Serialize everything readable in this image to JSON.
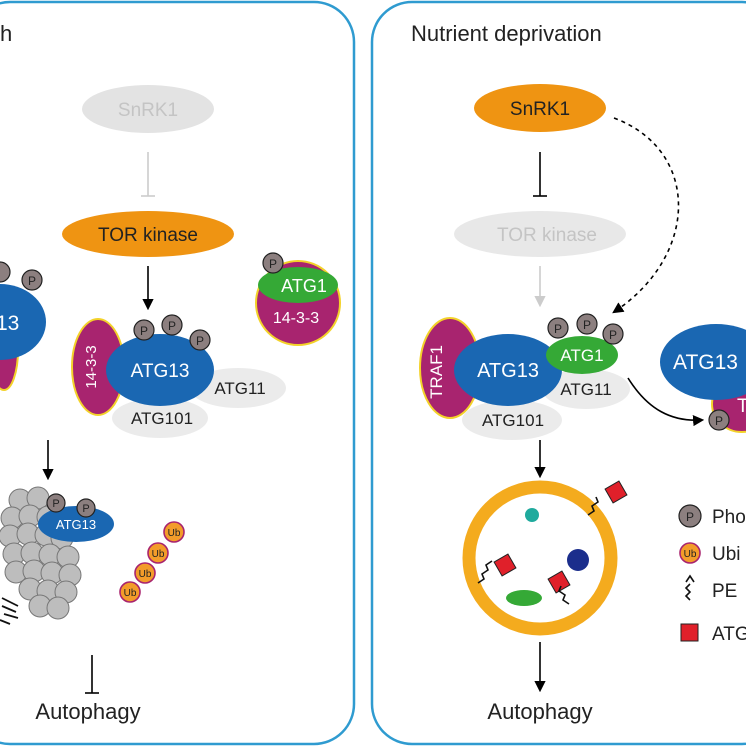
{
  "left_panel": {
    "title": "h",
    "snrk1": "SnRK1",
    "tor": "TOR kinase",
    "atg13_partial": "13",
    "atg1": "ATG1",
    "atg1_1433": "14-3-3",
    "complex_1433": "14-3-3",
    "atg13": "ATG13",
    "atg11": "ATG11",
    "atg101": "ATG101",
    "aggregate_atg13": "ATG13",
    "ub": "Ub",
    "outcome": "Autophagy"
  },
  "right_panel": {
    "title": "Nutrient deprivation",
    "snrk1": "SnRK1",
    "tor": "TOR kinase",
    "traf1": "TRAF1",
    "atg13": "ATG13",
    "atg1": "ATG1",
    "atg11": "ATG11",
    "atg101": "ATG101",
    "atg13_partial": "ATG13",
    "traf_partial": "T",
    "outcome": "Autophagy"
  },
  "legend": {
    "phospho": "Pho",
    "ubiq": "Ubi",
    "pe": "PE",
    "atg": "ATG"
  },
  "phospho_symbol": "P",
  "colors": {
    "panel_border": "#2f9bd0",
    "orange": "#ef9412",
    "blue": "#1a67b2",
    "magenta": "#a8246f",
    "green": "#35a936",
    "grey_light": "#e3e3e3",
    "grey_text": "#c4c4c4",
    "yellow_outline": "#f3d22a",
    "red": "#e0202a",
    "ub_orange": "#f39c2a",
    "vacuole": "#f4ab1e",
    "teal": "#1faa9d",
    "navy": "#1b2e8c"
  }
}
